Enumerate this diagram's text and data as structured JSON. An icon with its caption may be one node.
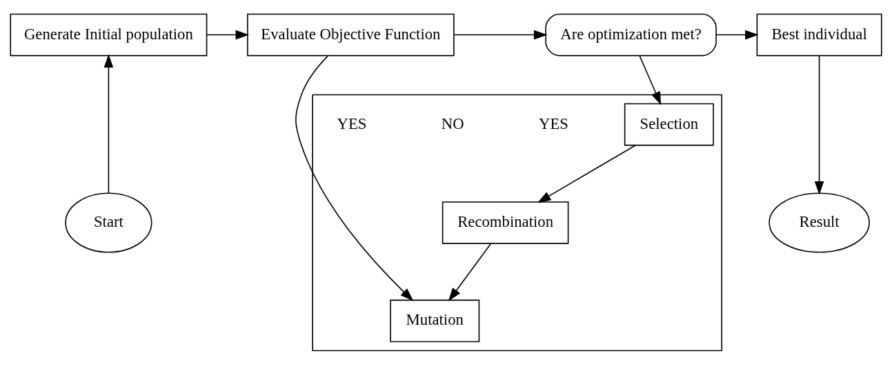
{
  "diagram": {
    "nodes": [
      {
        "text": [
          "Generate Initial population"
        ]
      },
      {
        "text": [
          "Evaluate Objective Function"
        ]
      },
      {
        "text": [
          "Are optimization met?"
        ]
      },
      {
        "text": [
          "Best individual"
        ]
      },
      {
        "text": [],
        "shape": "box"
      },
      {
        "text": [
          "Selection"
        ],
        "in": 4
      },
      {
        "text": [
          "Recombination"
        ],
        "in": 4
      },
      {
        "text": [
          "Mutation"
        ],
        "in": 4
      },
      {
        "text": [
          "Start"
        ]
      },
      {
        "text": [
          "Result"
        ]
      }
    ],
    "edges": [
      {
        "from": 0,
        "to": 1,
        "arrow": "to"
      },
      {
        "from": 1,
        "to": 2,
        "arrow": "to"
      },
      {
        "from": 2,
        "to": 3,
        "arrow": "to"
      },
      {
        "from": 2,
        "to": 5,
        "arrow": "to"
      },
      {
        "from": 5,
        "to": 6,
        "arrow": "to"
      },
      {
        "from": 6,
        "to": 7,
        "arrow": "to"
      },
      {
        "from": 1,
        "to": 7,
        "arrow": "to"
      },
      {
        "from": 8,
        "to": 0,
        "arrow": "to"
      },
      {
        "from": 3,
        "to": 9,
        "arrow": "to"
      }
    ],
    "labels": [
      "YES",
      "NO",
      "YES"
    ]
  }
}
